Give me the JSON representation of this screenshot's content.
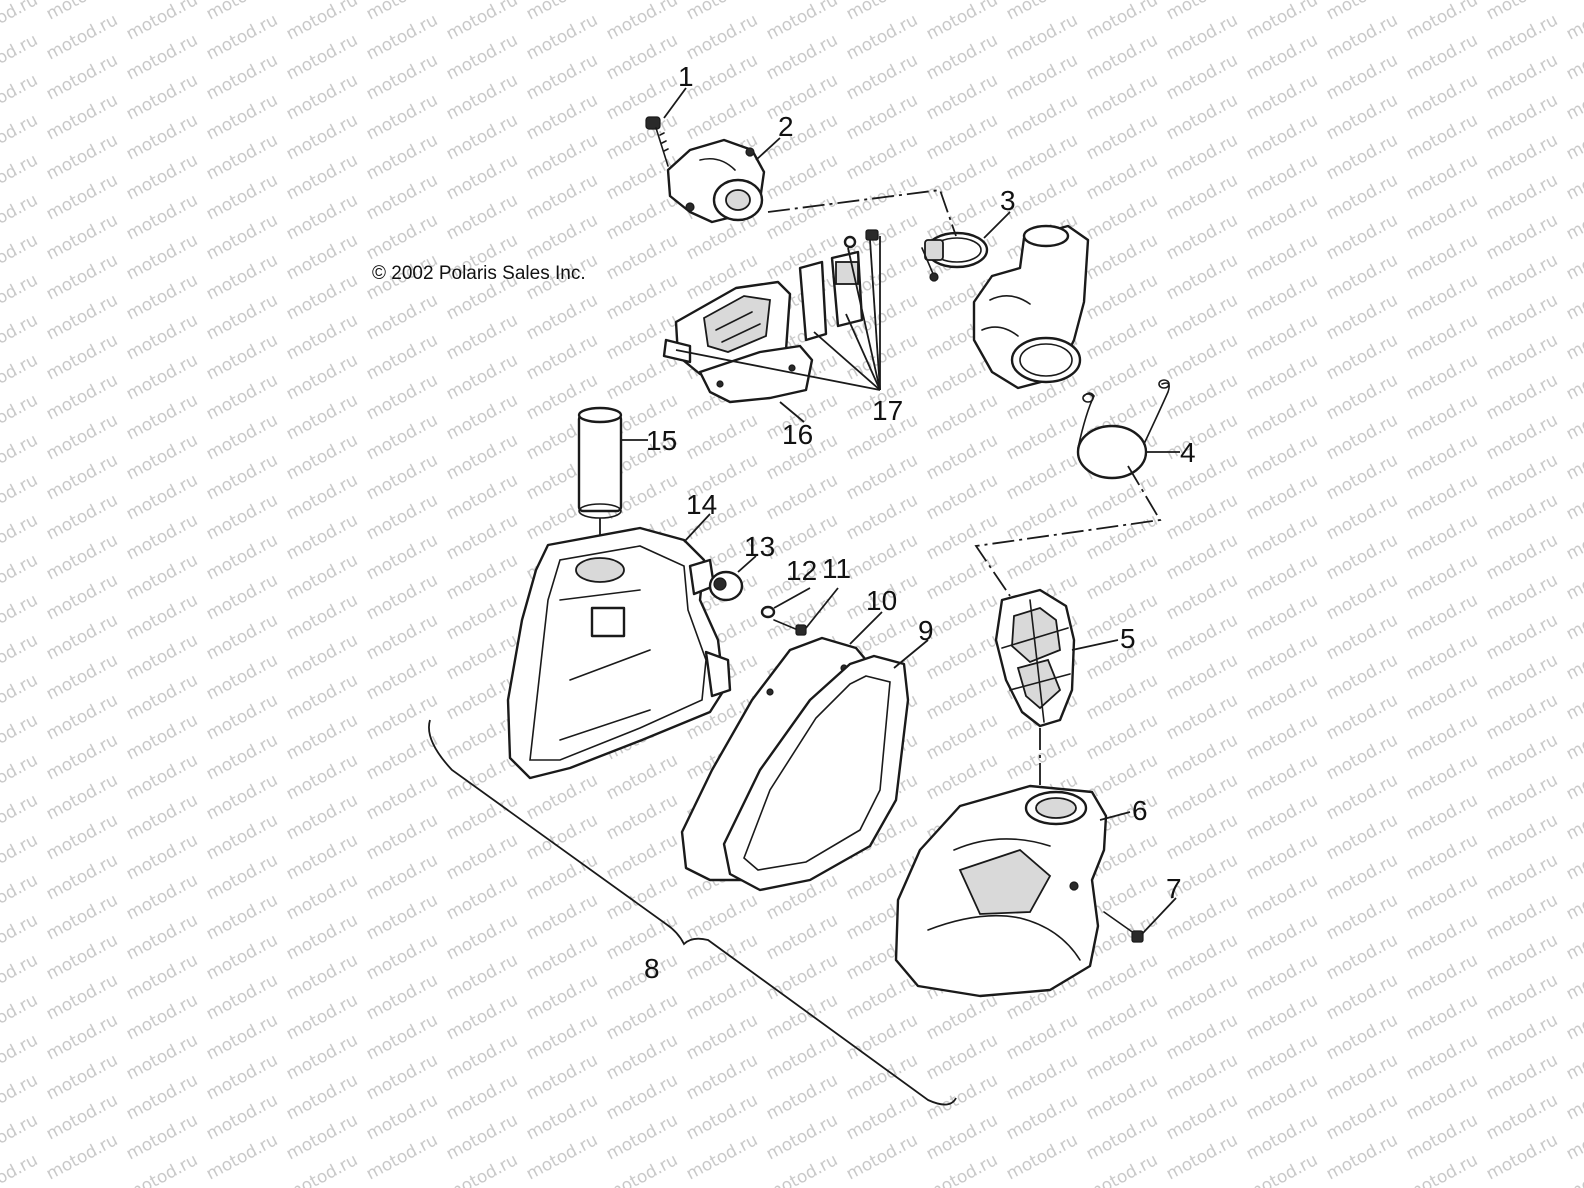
{
  "watermark": {
    "text": "motod.ru",
    "color": "#c9c9c9"
  },
  "copyright": "© 2002 Polaris Sales Inc.",
  "callouts": [
    {
      "label": "1"
    },
    {
      "label": "2"
    },
    {
      "label": "3"
    },
    {
      "label": "4"
    },
    {
      "label": "5"
    },
    {
      "label": "6"
    },
    {
      "label": "7"
    },
    {
      "label": "8"
    },
    {
      "label": "9"
    },
    {
      "label": "10"
    },
    {
      "label": "11"
    },
    {
      "label": "12"
    },
    {
      "label": "13"
    },
    {
      "label": "14"
    },
    {
      "label": "15"
    },
    {
      "label": "16"
    },
    {
      "label": "17"
    }
  ]
}
